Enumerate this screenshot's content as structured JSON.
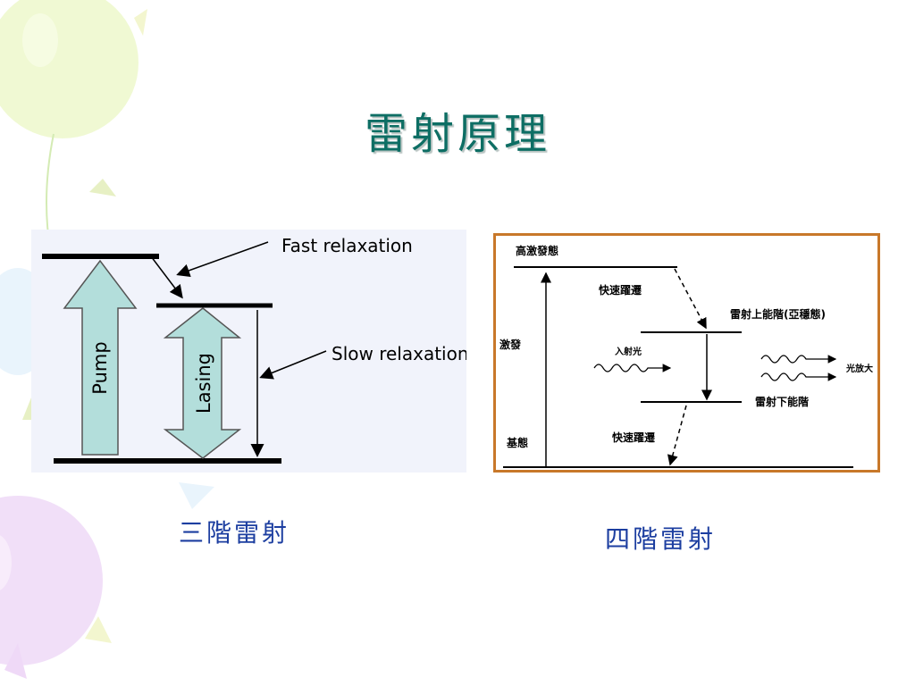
{
  "slide": {
    "title": "雷射原理",
    "title_color": "#0d6e64"
  },
  "three_level": {
    "caption": "三階雷射",
    "fast_label": "Fast relaxation",
    "slow_label": "Slow relaxation",
    "pump_label": "Pump",
    "lasing_label": "Lasing"
  },
  "four_level": {
    "caption": "四階雷射",
    "high_excited": "高激發態",
    "fast_transition_top": "快速躍遷",
    "upper_laser_level": "雷射上能階(亞穩態)",
    "excitation": "激發",
    "incident_light": "入射光",
    "amplified_light": "光放大",
    "lower_laser_level": "雷射下能階",
    "fast_transition_bottom": "快速躍遷",
    "ground_state": "基態",
    "border_color": "#c8782a"
  }
}
